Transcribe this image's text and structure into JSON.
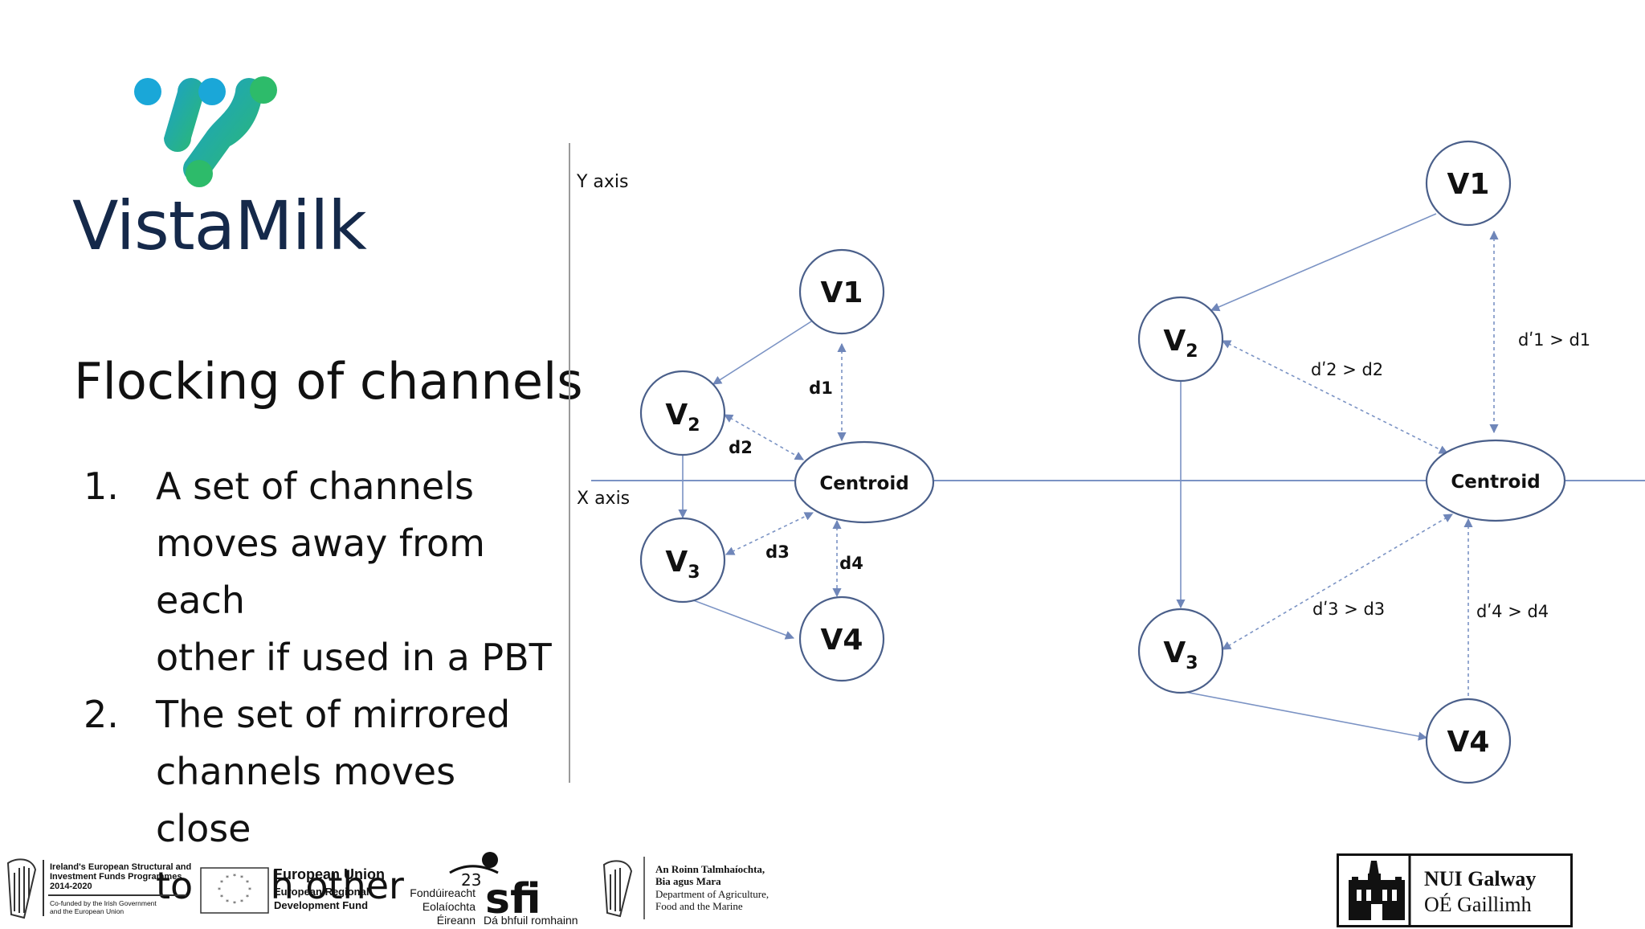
{
  "brand": {
    "name": "VistaMilk"
  },
  "slide": {
    "title": "Flocking of channels",
    "items": [
      {
        "num": "1.",
        "lines": [
          "A set of channels",
          "moves away from each",
          "other if used in a PBT"
        ]
      },
      {
        "num": "2.",
        "lines": [
          "The set of mirrored",
          "channels moves close",
          "to each other"
        ]
      }
    ]
  },
  "diagram": {
    "y_axis_label": "Y axis",
    "x_axis_label": "X axis",
    "left": {
      "v1": "V1",
      "v2": "V",
      "v2_sub": "2",
      "v3": "V",
      "v3_sub": "3",
      "v4": "V4",
      "centroid": "Centroid",
      "d1": "d1",
      "d2": "d2",
      "d3": "d3",
      "d4": "d4"
    },
    "right": {
      "v1": "V1",
      "v2": "V",
      "v2_sub": "2",
      "v3": "V",
      "v3_sub": "3",
      "v4": "V4",
      "centroid": "Centroid",
      "d1": "dʹ1 > d1",
      "d2": "dʹ2 > d2",
      "d3": "dʹ3 > d3",
      "d4": "dʹ4 > d4"
    }
  },
  "footer": {
    "esif": [
      "Ireland's European Structural and",
      "Investment Funds Programmes",
      "2014-2020",
      "Co-funded by the Irish Government",
      "and the European Union"
    ],
    "eu": [
      "European Union",
      "European Regional",
      "Development Fund"
    ],
    "sfi": [
      "Fondúireacht",
      "Eolaíochta",
      "Éireann",
      "Dá bhfuil romhainn",
      "23"
    ],
    "dafm": [
      "An Roinn Talmhaíochta,",
      "Bia agus Mara",
      "Department of Agriculture,",
      "Food and the Marine"
    ],
    "nui": [
      "NUI Galway",
      "OÉ Gaillimh"
    ]
  },
  "colors": {
    "brand_navy": "#15294a",
    "teal": "#1aa7c7",
    "green": "#2dbb6a",
    "line": "#7b93c4"
  }
}
